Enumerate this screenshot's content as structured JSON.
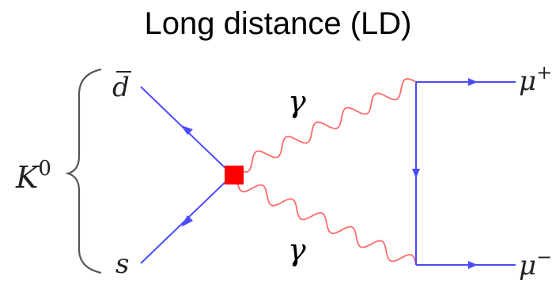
{
  "title": "Long distance (LD)",
  "labels": {
    "meson_base": "K",
    "meson_sup": "0",
    "antiquark": "d",
    "quark": "s",
    "photon_top": "γ",
    "photon_bottom": "γ",
    "muon_plus_base": "μ",
    "muon_plus_sup": "+",
    "muon_minus_base": "μ",
    "muon_minus_sup": "−"
  },
  "colors": {
    "fermion_line": "#4a4aff",
    "photon_line": "#ff6a6a",
    "vertex": "#ff0000",
    "text": "#000000"
  }
}
